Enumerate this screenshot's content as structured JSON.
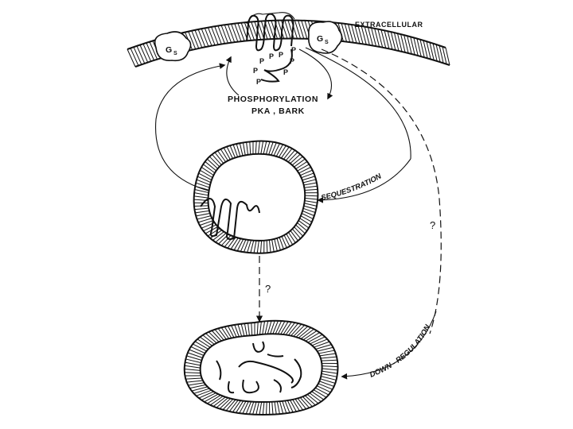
{
  "labels": {
    "extracellular": "EXTRACELLULAR",
    "gs": "G",
    "gs_sub": "S",
    "phospho": "P",
    "phosphorylation": "PHOSPHORYLATION",
    "kinases": "PKA , BARK",
    "sequestration": "SEQUESTRATION",
    "down_regulation": "DOWN - REGULATION",
    "unknown_mark": "?"
  }
}
